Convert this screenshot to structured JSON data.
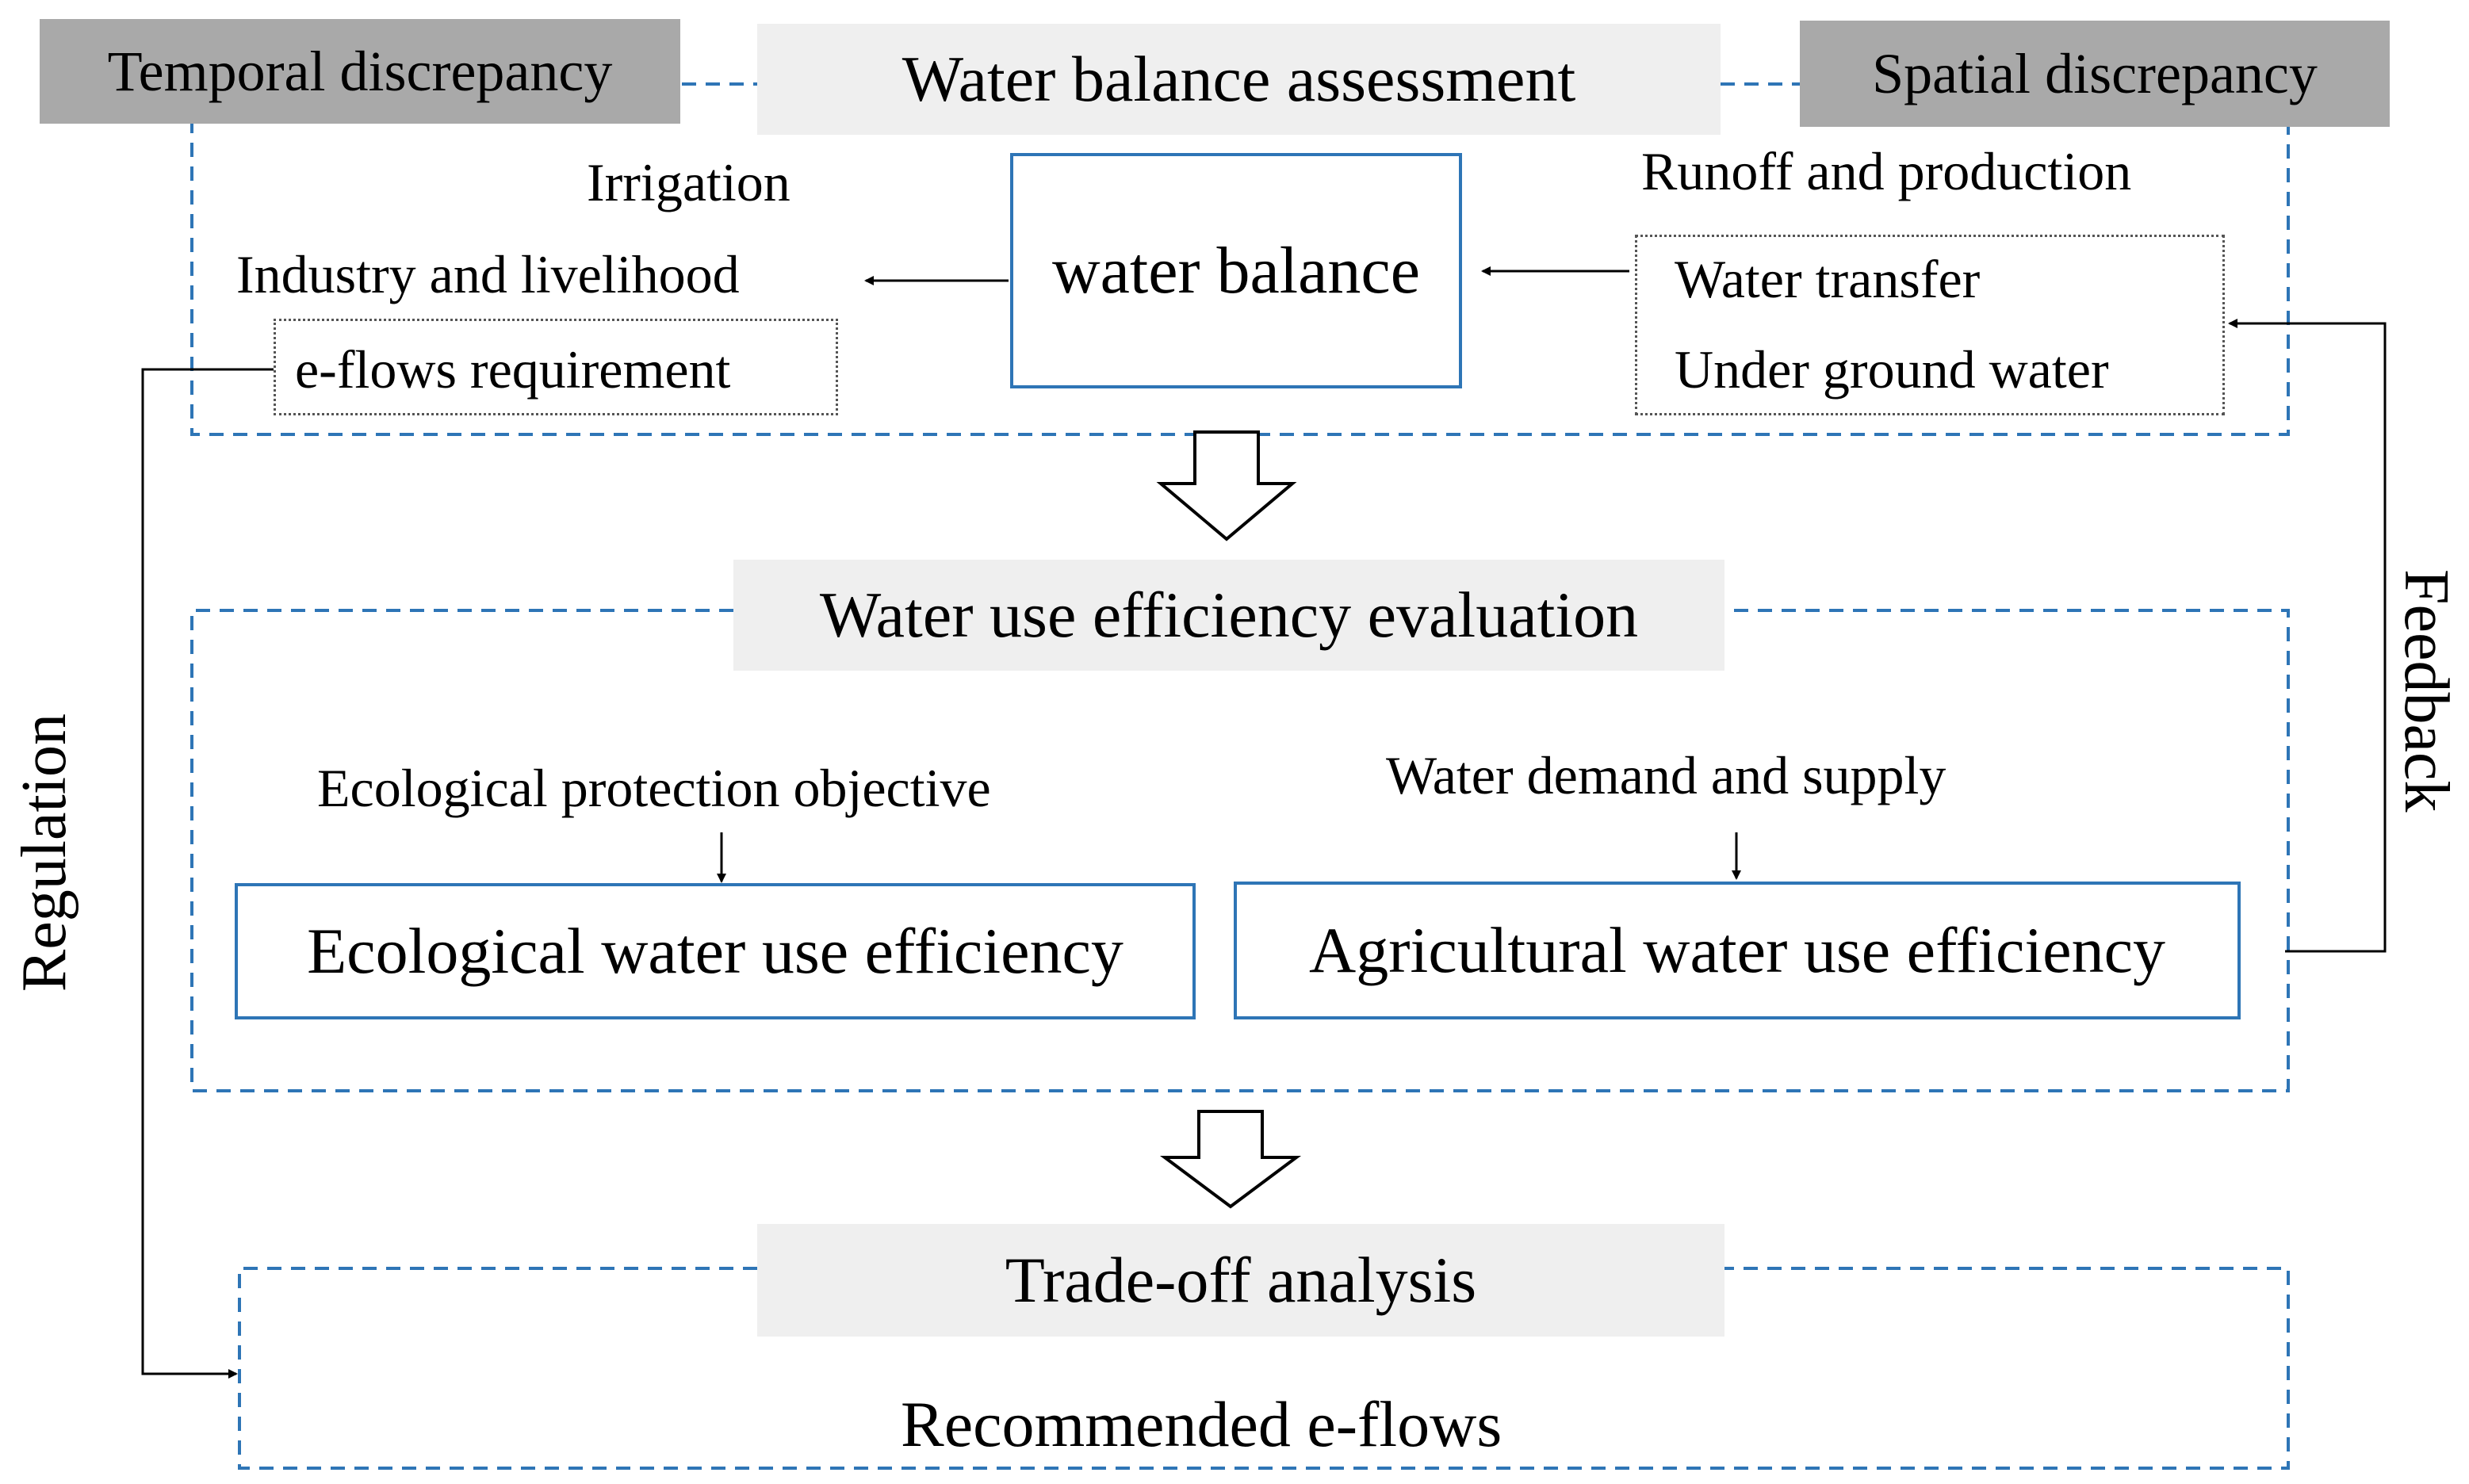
{
  "top": {
    "temporal": "Temporal discrepancy",
    "title": "Water balance assessment",
    "spatial": "Spatial discrepancy"
  },
  "balance": {
    "center": "water balance",
    "left": [
      "Irrigation",
      "Industry and livelihood",
      "e-flows requirement"
    ],
    "right": [
      "Runoff and production",
      "Water transfer",
      "Under ground water"
    ]
  },
  "efficiency": {
    "title": "Water use efficiency evaluation",
    "eco_label": "Ecological protection objective",
    "eco_box": "Ecological water use efficiency",
    "agri_label": "Water demand and supply",
    "agri_box": "Agricultural water use efficiency"
  },
  "tradeoff": {
    "title": "Trade-off analysis",
    "result": "Recommended e-flows"
  },
  "side": {
    "regulation": "Regulation",
    "feedback": "Feedback"
  },
  "colors": {
    "dashed_frame": "#2e75b6",
    "box_border": "#2e75b6",
    "dark_header": "#a9a9a9",
    "light_header": "#efefef"
  }
}
